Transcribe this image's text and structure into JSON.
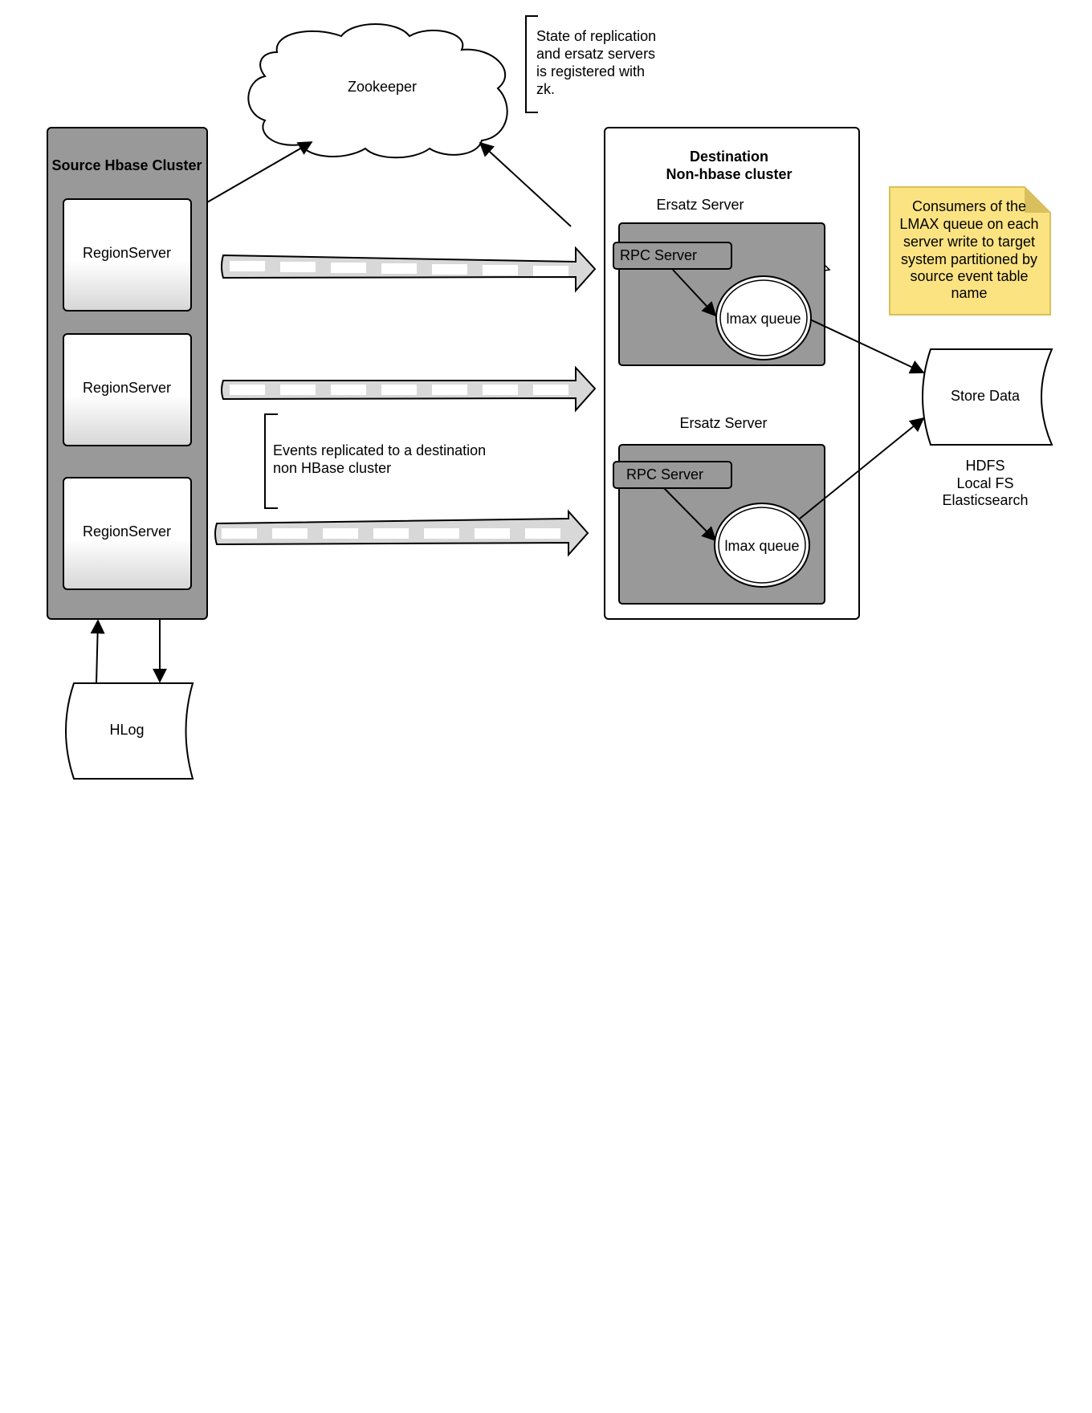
{
  "zookeeper": {
    "label": "Zookeeper",
    "note": [
      "State of replication",
      "and ersatz servers",
      "is registered with",
      "zk."
    ]
  },
  "source_cluster": {
    "title": "Source Hbase Cluster",
    "region_servers": [
      "RegionServer",
      "RegionServer",
      "RegionServer"
    ]
  },
  "hlog": {
    "label": "HLog"
  },
  "replication_note": [
    "Events replicated to a destination",
    "non HBase cluster"
  ],
  "destination": {
    "title": [
      "Destination",
      "Non-hbase cluster"
    ],
    "servers": [
      {
        "label": "Ersatz Server",
        "rpc": "RPC Server",
        "queue": "lmax queue"
      },
      {
        "label": "Ersatz Server",
        "rpc": "RPC Server",
        "queue": "lmax queue"
      }
    ]
  },
  "sticky_note": {
    "lines": [
      "Consumers of the",
      "LMAX queue on each",
      "server write to target",
      "system partitioned by",
      "source event table",
      "name"
    ],
    "color": "#fce382"
  },
  "store": {
    "label": "Store Data",
    "targets": [
      "HDFS",
      "Local FS",
      "Elasticsearch"
    ]
  },
  "colors": {
    "cluster_fill": "#999999",
    "pipe_fill": "#d8d8d8",
    "note_fill": "#fce382",
    "note_fold": "#d9bf5d",
    "line": "#000000"
  }
}
